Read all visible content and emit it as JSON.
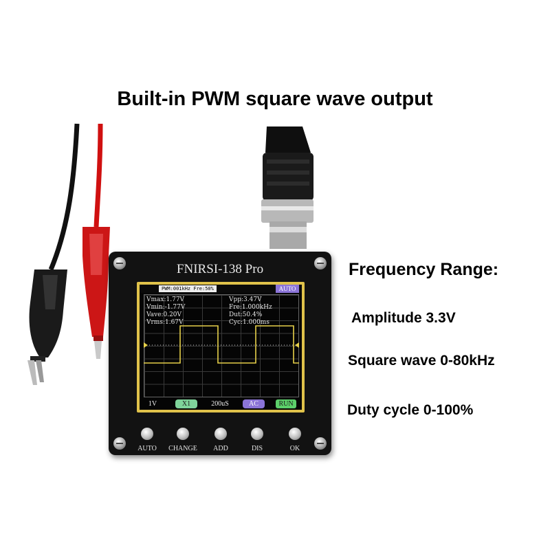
{
  "headline": "Built-in PWM square wave output",
  "specs": {
    "title": "Frequency Range:",
    "amplitude": "Amplitude 3.3V",
    "square_wave": "Square wave 0-80kHz",
    "duty_cycle": "Duty cycle 0-100%"
  },
  "device": {
    "brand": "FNIRSI-138 Pro",
    "screen": {
      "pwm_status": "PWM:001kHz  Fre:50%",
      "mode": "AUTO",
      "readouts_left": [
        "Vmax:1.77V",
        "Vmin:-1.77V",
        "Vave:0.20V",
        "Vrms:1.67V"
      ],
      "readouts_right": [
        "Vpp:3.47V",
        "Fre:1.000kHz",
        "Dut:50.4%",
        "Cyc:1.000ms"
      ],
      "volts_div": "1V",
      "probe": "X1",
      "time_div": "200uS",
      "coupling": "AC",
      "run_state": "RUN"
    },
    "buttons": [
      "AUTO",
      "CHANGE",
      "ADD",
      "DIS",
      "OK"
    ]
  },
  "colors": {
    "bezel": "#e0c24a",
    "trace": "#e6d04a",
    "auto_badge": "#8b74d8",
    "x1_badge": "#7fd49a",
    "ac_badge": "#8b74d8",
    "run_badge": "#5cd06a"
  }
}
